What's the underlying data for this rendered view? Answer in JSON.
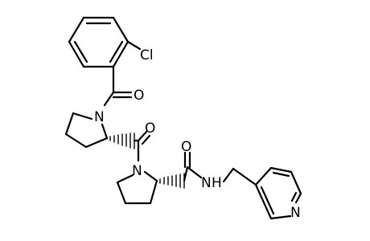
{
  "atoms": {
    "chlorine": "Cl",
    "benzoyl_oxygen": "O",
    "pyrrolidine_1_nitrogen": "N",
    "linker_oxygen": "O",
    "pyrrolidine_2_nitrogen": "N",
    "amide_oxygen": "O",
    "amide_nitrogen": "N",
    "amide_hydrogen": "H",
    "pyridine_nitrogen": "N"
  },
  "colors": {
    "bonds": "#000000",
    "labels": "#000000",
    "background": "#ffffff"
  }
}
